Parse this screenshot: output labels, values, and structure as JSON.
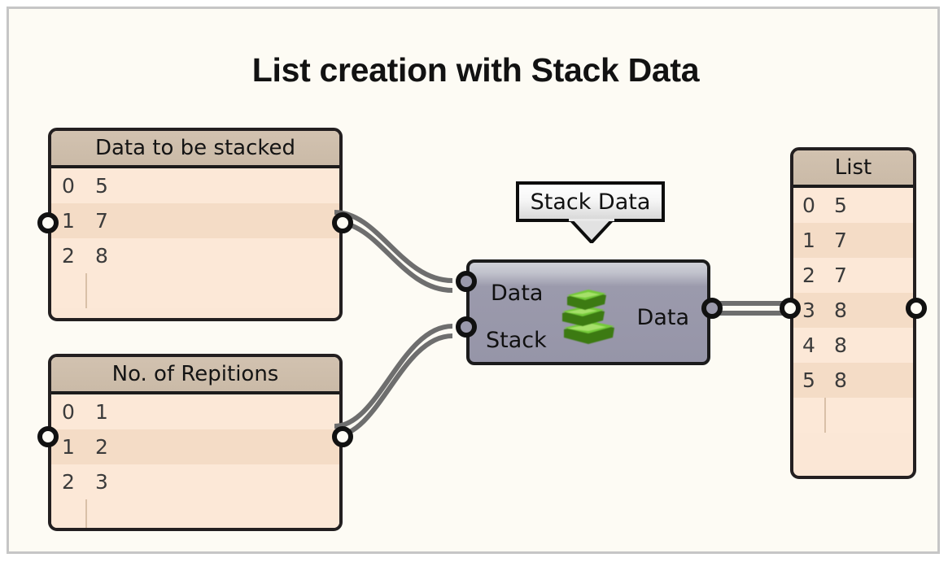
{
  "title": "List creation with Stack Data",
  "colors": {
    "canvas_background": "#fdfbf4",
    "canvas_border": "#c6c6c6",
    "panel_border": "#231f20",
    "panel_header": "#cdbdaa",
    "panel_row_light": "#fce8d7",
    "panel_row_dark": "#f4dcc6",
    "node_body": "#9a99ab",
    "node_border": "#1b1b1b",
    "wire": "#6e6e6e",
    "port": "#111111",
    "icon_green": "#76c442",
    "tooltip_background": "#f3f3f3"
  },
  "panels": {
    "input_data": {
      "header": "Data to be stacked",
      "columns": [
        "index",
        "value"
      ],
      "rows": [
        {
          "index": "0",
          "value": "5"
        },
        {
          "index": "1",
          "value": "7"
        },
        {
          "index": "2",
          "value": "8"
        }
      ]
    },
    "input_repetitions": {
      "header": "No. of Repitions",
      "columns": [
        "index",
        "value"
      ],
      "rows": [
        {
          "index": "0",
          "value": "1"
        },
        {
          "index": "1",
          "value": "2"
        },
        {
          "index": "2",
          "value": "3"
        }
      ]
    },
    "output_list": {
      "header": "List",
      "columns": [
        "index",
        "value"
      ],
      "rows": [
        {
          "index": "0",
          "value": "5"
        },
        {
          "index": "1",
          "value": "7"
        },
        {
          "index": "2",
          "value": "7"
        },
        {
          "index": "3",
          "value": "8"
        },
        {
          "index": "4",
          "value": "8"
        },
        {
          "index": "5",
          "value": "8"
        }
      ]
    }
  },
  "node": {
    "tooltip": "Stack Data",
    "icon": "stacked-layers-icon",
    "inputs": [
      {
        "name": "Data"
      },
      {
        "name": "Stack"
      }
    ],
    "outputs": [
      {
        "name": "Data"
      }
    ]
  },
  "connections": [
    {
      "from": "input_data.output",
      "to": "node.input.Data"
    },
    {
      "from": "input_repetitions.output",
      "to": "node.input.Stack"
    },
    {
      "from": "node.output.Data",
      "to": "output_list.input"
    }
  ]
}
